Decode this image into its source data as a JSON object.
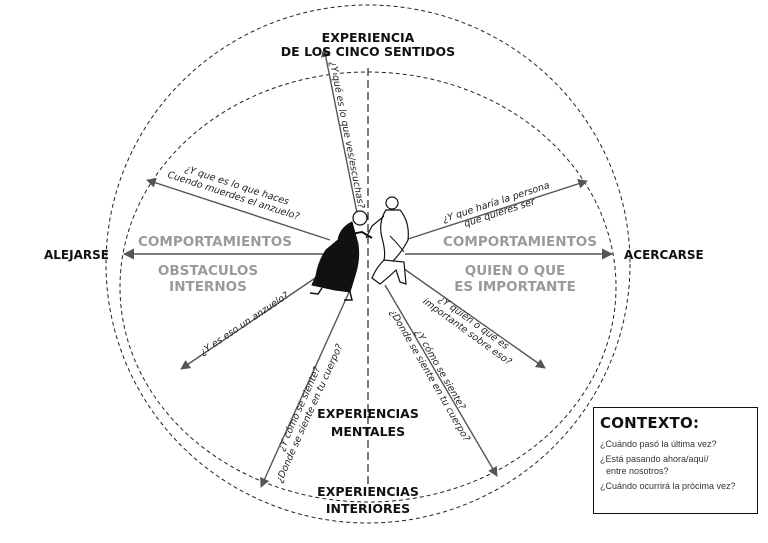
{
  "top_label": [
    "EXPERIENCIA",
    "DE LOS CINCO SENTIDOS"
  ],
  "left_label": "ALEJARSE",
  "right_label": "ACERCARSE",
  "mid_label": [
    "EXPERIENCIAS",
    "MENTALES"
  ],
  "bottom_label": [
    "EXPERIENCIAS",
    "INTERIORES"
  ],
  "left_upper_gray": "COMPORTAMIENTOS",
  "left_lower_gray": [
    "OBSTACULOS",
    "INTERNOS"
  ],
  "right_upper_gray": "COMPORTAMIENTOS",
  "right_lower_gray": [
    "QUIEN O QUE",
    "ES IMPORTANTE"
  ],
  "q_up": "¿Y qué es lo que ves/escuchas?",
  "q_left_up": [
    "¿Y que es lo que haces",
    "Cuendo muerdes el anzuelo?"
  ],
  "q_right_up": [
    "¿Y que haría la persona",
    "que quieres ser"
  ],
  "q_left_down": "¿Y es eso un anzuelo?",
  "q_down_left": [
    "¿Y cómo se siente?",
    "¿Donde se siente en tu cuerpo?"
  ],
  "q_down_right": [
    "¿Y cómo se siente?",
    "¿Donde se siente en tu cuerpo?"
  ],
  "q_right_down": [
    "¿Y quién o qué es",
    "importante sobre eso?"
  ],
  "context": {
    "title": "CONTEXTO:",
    "lines": [
      "¿Cuándo pasó la última vez?",
      "¿Está pasando ahora/aquí/",
      "entre nosotros?",
      "¿Cuándo ocurrirá la prócima vez?"
    ]
  }
}
